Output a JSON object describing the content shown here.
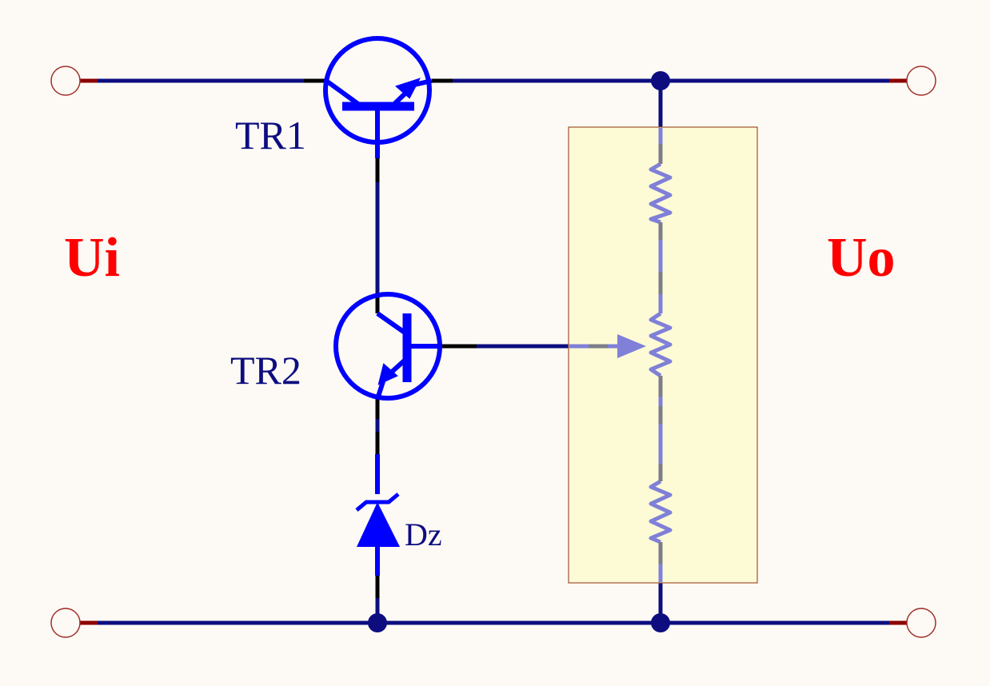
{
  "labels": {
    "input": "Ui",
    "output": "Uo",
    "transistor1": "TR1",
    "transistor2": "TR2",
    "zener": "Dz"
  },
  "colors": {
    "background": "#fdfaf5",
    "wire": "#0d0d80",
    "component": "#0000ff",
    "terminal": "#8b0000",
    "highlight_fill": "#fdfbd6",
    "highlight_border": "#a0522d",
    "label_red": "#ff0000",
    "resistor_faded": "#8080d8"
  }
}
